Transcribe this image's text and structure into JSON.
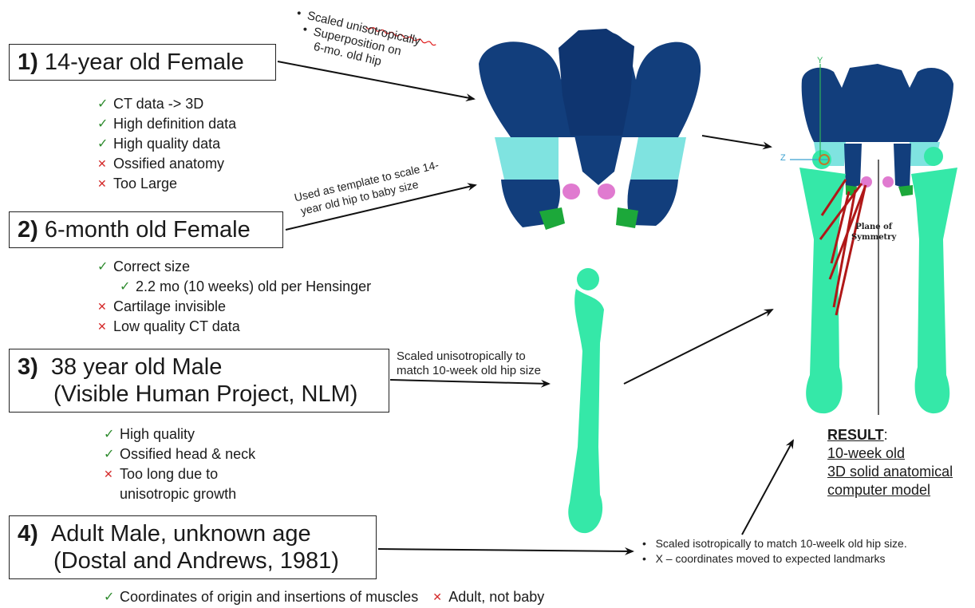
{
  "sources": [
    {
      "num": "1)",
      "title_lines": [
        "14-year old Female"
      ],
      "items": [
        {
          "ok": true,
          "text": "CT data -> 3D"
        },
        {
          "ok": true,
          "text": "High definition data"
        },
        {
          "ok": true,
          "text": "High quality data"
        },
        {
          "ok": false,
          "text": "Ossified anatomy"
        },
        {
          "ok": false,
          "text": "Too Large"
        }
      ]
    },
    {
      "num": "2)",
      "title_lines": [
        "6-month old Female"
      ],
      "items": [
        {
          "ok": true,
          "text": "Correct size"
        },
        {
          "ok": true,
          "text": "2.2 mo (10 weeks) old per  Hensinger",
          "indent": true
        },
        {
          "ok": false,
          "text": "Cartilage invisible"
        },
        {
          "ok": false,
          "text": "Low quality CT data"
        }
      ]
    },
    {
      "num": "3)",
      "title_lines": [
        "38 year old Male",
        "(Visible Human Project, NLM)"
      ],
      "items": [
        {
          "ok": true,
          "text": "High quality"
        },
        {
          "ok": true,
          "text": "Ossified head & neck"
        },
        {
          "ok": false,
          "text": "Too long due to"
        },
        {
          "ok": null,
          "text": "unisotropic growth"
        }
      ]
    },
    {
      "num": "4)",
      "title_lines": [
        "Adult Male, unknown age",
        "(Dostal and Andrews, 1981)"
      ],
      "items": [
        {
          "ok": true,
          "text": "Coordinates of origin and insertions  of muscles"
        },
        {
          "ok": false,
          "text": "Adult, not baby"
        }
      ]
    }
  ],
  "notes": {
    "n1_a": "Scaled unisotropically",
    "n1_b": "Superposition on",
    "n1_c": "6-mo. old hip",
    "n2_a": "Used as template to scale  14-",
    "n2_b": "year old hip to baby size",
    "n3_a": "Scaled unisotropically to",
    "n3_b": "match 10-week old hip size",
    "n4_a": "Scaled isotropically to match 10-weelk old hip size.",
    "n4_b": "X – coordinates moved to expected landmarks"
  },
  "result": {
    "label": "RESULT",
    "lines": [
      "10-week old",
      "3D solid anatomical",
      "computer model"
    ]
  },
  "plane_label": [
    "Plane of",
    "Symmetry"
  ],
  "axis_labels": {
    "y": "Y",
    "z": "Z"
  },
  "colors": {
    "pelvis": "#123e7c",
    "cartilage": "#7fe3e0",
    "femur": "#35e8a8",
    "ischium_pink": "#e07ad0",
    "pubis_green": "#1ca83a",
    "muscle_lines": "#b01818",
    "check": "#2e8b2e",
    "cross": "#d42a2a"
  }
}
